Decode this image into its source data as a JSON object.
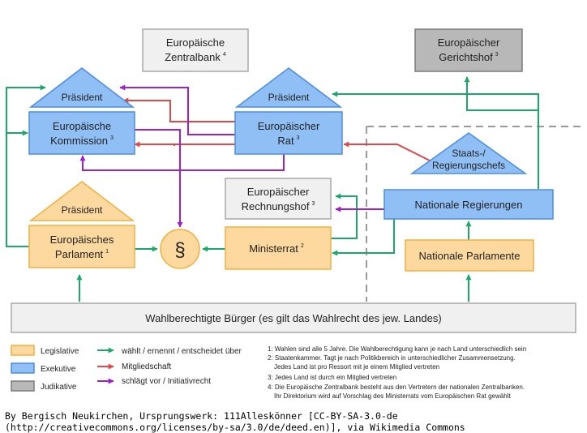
{
  "colors": {
    "legislative_fill": "#fdd9a0",
    "legislative_stroke": "#f0b040",
    "executive_fill": "#8fbff5",
    "executive_stroke": "#4a8de0",
    "judicative_fill": "#b8b8b8",
    "judicative_stroke": "#7a7a7a",
    "neutral_fill": "#f0f0f0",
    "neutral_stroke": "#a8a8a8",
    "green": "#1aa86a",
    "red": "#e04848",
    "purple": "#9a22c8",
    "dashed": "#999999"
  },
  "nodes": {
    "ezb": {
      "line1": "Europäische",
      "line2": "Zentralbank",
      "sup": "4"
    },
    "eugh": {
      "line1": "Europäischer",
      "line2": "Gerichtshof",
      "sup": "3"
    },
    "praesident_kommission": {
      "label": "Präsident"
    },
    "praesident_rat": {
      "label": "Präsident"
    },
    "praesident_parlament": {
      "label": "Präsident"
    },
    "kommission": {
      "line1": "Europäische",
      "line2": "Kommission",
      "sup": "3"
    },
    "rat": {
      "line1": "Europäischer",
      "line2": "Rat",
      "sup": "3"
    },
    "staatschefs": {
      "line1": "Staats-/",
      "line2": "Regierungschefs"
    },
    "rechnungshof": {
      "line1": "Europäischer",
      "line2": "Rechnungshof",
      "sup": "3"
    },
    "nationale_regierungen": {
      "label": "Nationale Regierungen"
    },
    "parlament": {
      "line1": "Europäisches",
      "line2": "Parlament",
      "sup": "1"
    },
    "paragraph": {
      "label": "§"
    },
    "ministerrat": {
      "label": "Ministerrat",
      "sup": "2"
    },
    "nationale_parlamente": {
      "label": "Nationale Parlamente"
    },
    "buerger": {
      "label": "Wahlberechtigte Bürger (es gilt das Wahlrecht des jew. Landes)"
    }
  },
  "legend": {
    "legislative": "Legislative",
    "executive": "Exekutive",
    "judicative": "Judikative",
    "green_arrow": "wählt / ernennt / entscheidet über",
    "red_arrow": "Mitgliedschaft",
    "purple_arrow": "schlägt vor / Initiativrecht"
  },
  "footnotes": [
    "1: Wahlen sind alle 5 Jahre. Die Wahlberechtigung kann je nach Land unterschiedlich sein",
    "2: Staatenkammer. Tagt je nach Politikbereich in unterschiedlicher Zusammensetzung.",
    "Jedes Land ist pro Ressort mit je einem Mitglied vertreten",
    "3: Jedes Land ist durch ein Mitglied vertreten",
    "4: Die Europäische Zentralbank besteht aus den Vertretern der nationalen Zentralbanken.",
    "Ihr Direktorium wird auf Vorschlag des Ministerrats vom Europäischen Rat gewählt"
  ],
  "attribution": {
    "line1": "By Bergisch Neukirchen, Ursprungswerk: 111Alleskönner [CC-BY-SA-3.0-de",
    "line2": "(http://creativecommons.org/licenses/by-sa/3.0/de/deed.en)], via Wikimedia Commons"
  }
}
